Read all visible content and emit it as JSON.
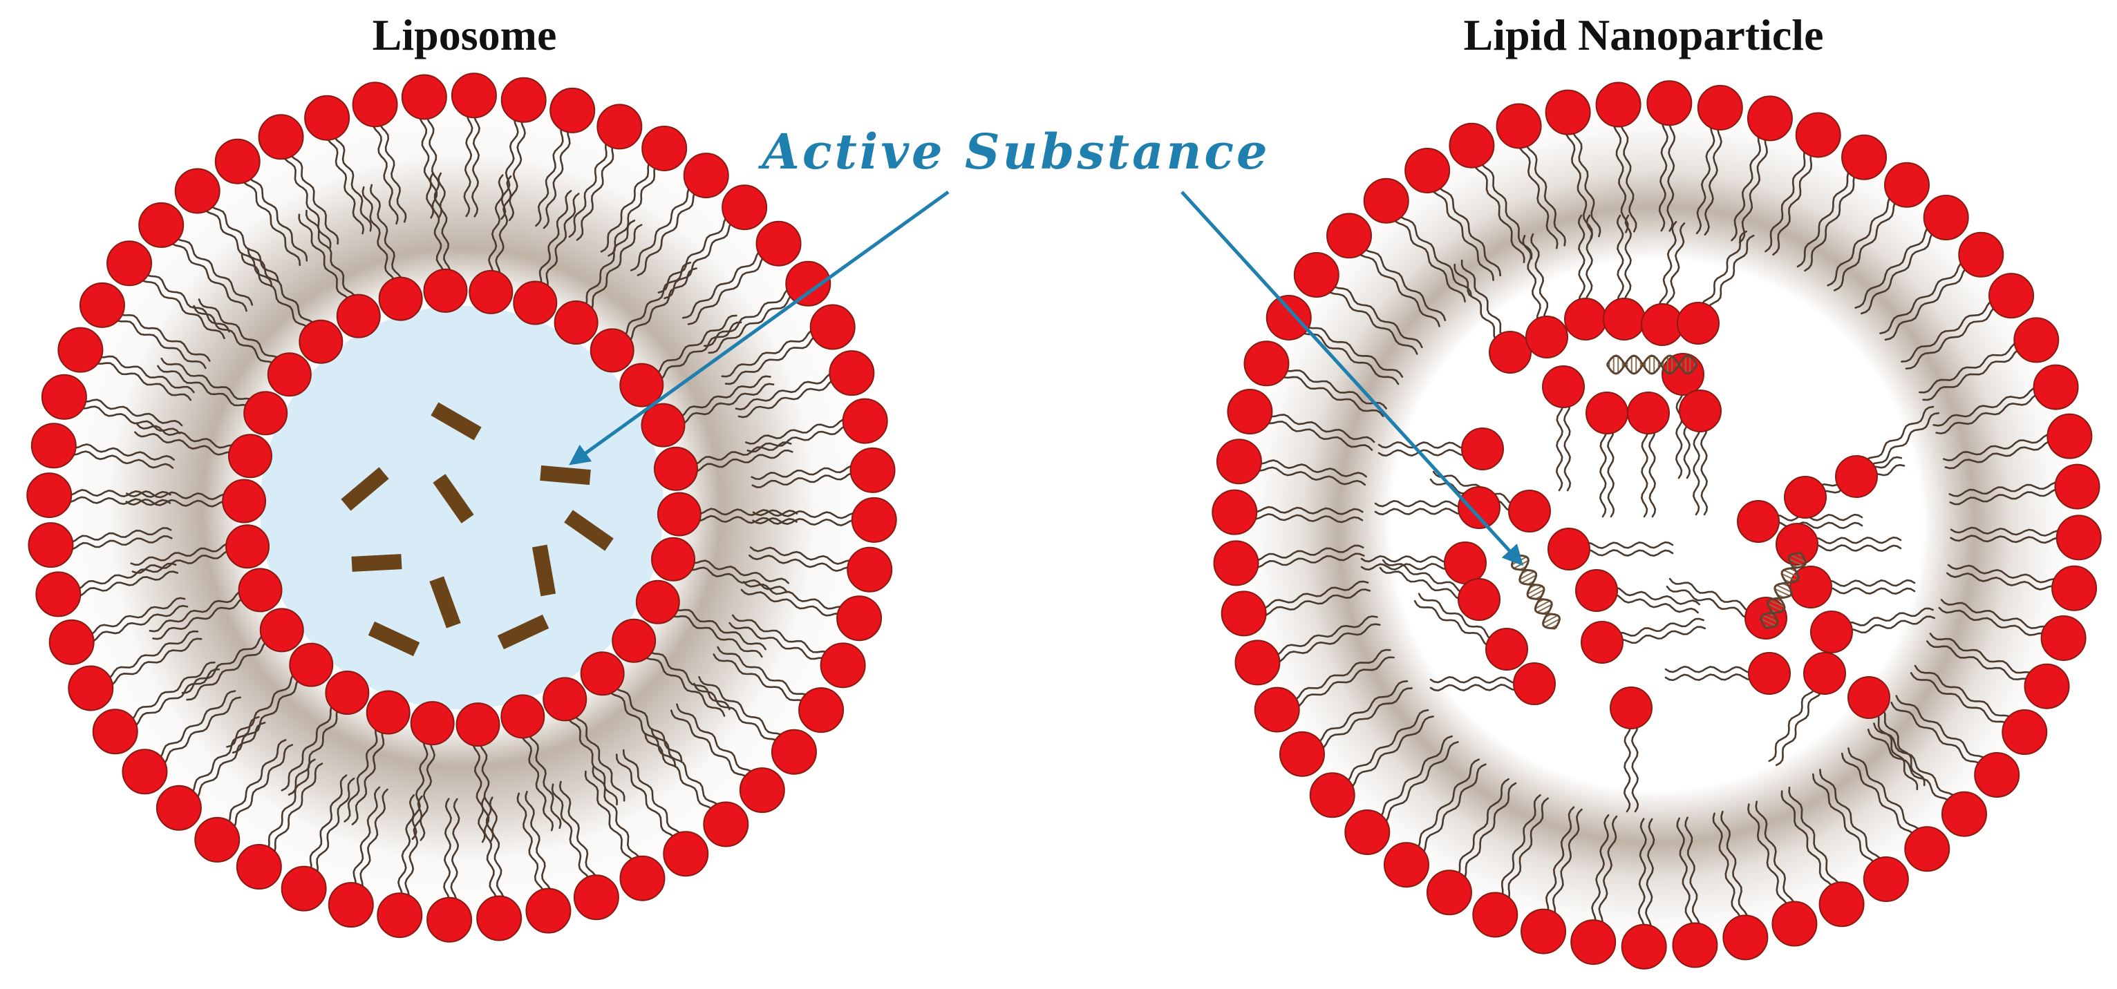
{
  "titles": {
    "left": "Liposome",
    "right": "Lipid Nanoparticle"
  },
  "annotation": {
    "label": "Active Substance"
  },
  "colors": {
    "lipid_head": "#e8131b",
    "lipid_head_stroke": "#8a1a12",
    "lipid_tail": "#4a3a2e",
    "membrane_shadow": "#8c7560",
    "aqueous_core": "#d8ecf8",
    "drug": "#6b4319",
    "annotation": "#1f7fae"
  },
  "icons": [
    "phospholipid-head",
    "lipid-tail",
    "drug-molecule",
    "dna-helix",
    "pointer-arrow"
  ]
}
